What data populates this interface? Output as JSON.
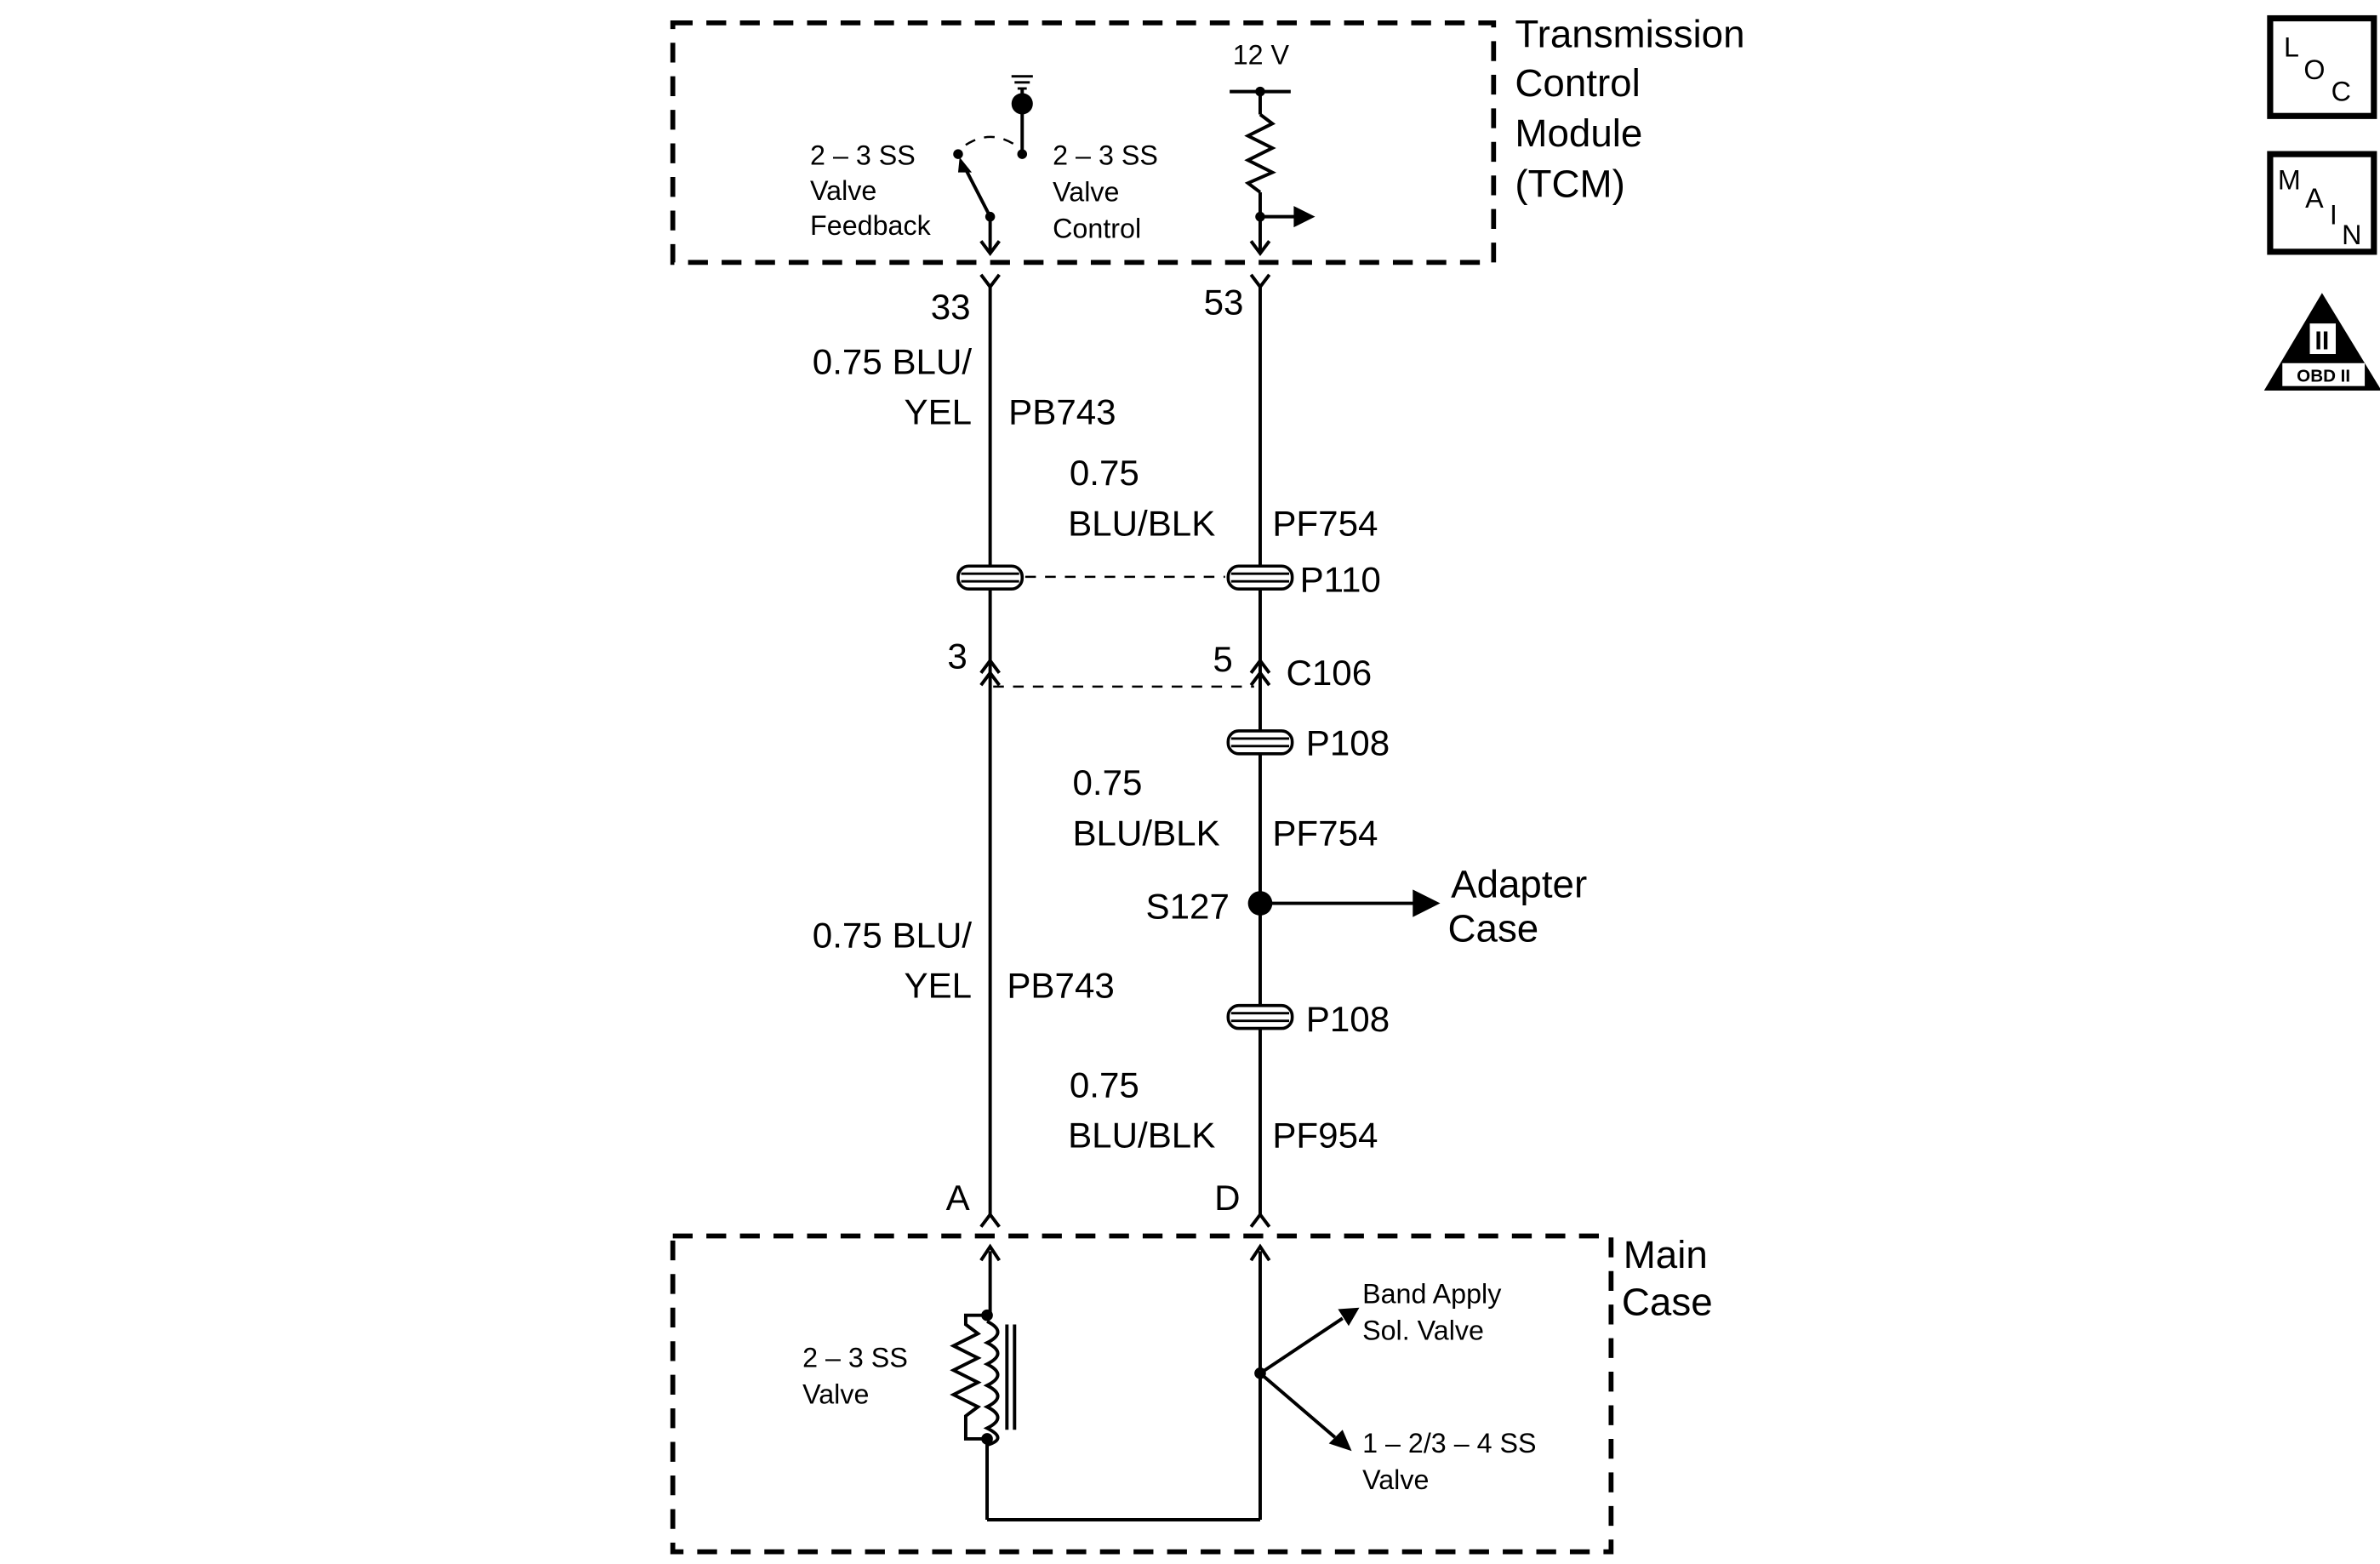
{
  "tcm": {
    "title_lines": [
      "Transmission",
      "Control",
      "Module",
      "(TCM)"
    ],
    "supply": "12 V",
    "feedback_lines": [
      "2 – 3 SS",
      "Valve",
      "Feedback"
    ],
    "control_lines": [
      "2 – 3 SS",
      "Valve",
      "Control"
    ],
    "pin_left": "33",
    "pin_right": "53"
  },
  "wires": {
    "left_upper": {
      "size": "0.75 BLU/",
      "color": "YEL",
      "circuit": "PB743"
    },
    "right_upper": {
      "size": "0.75",
      "color": "BLU/BLK",
      "circuit": "PF754"
    },
    "right_mid": {
      "size": "0.75",
      "color": "BLU/BLK",
      "circuit": "PF754"
    },
    "left_lower": {
      "size": "0.75 BLU/",
      "color": "YEL",
      "circuit": "PB743"
    },
    "right_lower": {
      "size": "0.75",
      "color": "BLU/BLK",
      "circuit": "PF954"
    }
  },
  "connectors": {
    "p110": "P110",
    "c106": "C106",
    "c106_left_pin": "3",
    "c106_right_pin": "5",
    "p108_upper": "P108",
    "p108_lower": "P108",
    "splice": "S127",
    "adapter_lines": [
      "Adapter",
      "Case"
    ],
    "pin_a": "A",
    "pin_d": "D"
  },
  "main_case": {
    "title_lines": [
      "Main",
      "Case"
    ],
    "valve_lines": [
      "2 – 3 SS",
      "Valve"
    ],
    "band_lines": [
      "Band Apply",
      "Sol. Valve"
    ],
    "ss14_lines": [
      "1 – 2/3 – 4 SS",
      "Valve"
    ]
  },
  "symbols": {
    "loc": {
      "l": "L",
      "o": "O",
      "c": "C"
    },
    "main": {
      "m": "M",
      "a": "A",
      "i": "I",
      "n": "N"
    },
    "obd": {
      "numeral": "II",
      "text": "OBD II"
    }
  }
}
